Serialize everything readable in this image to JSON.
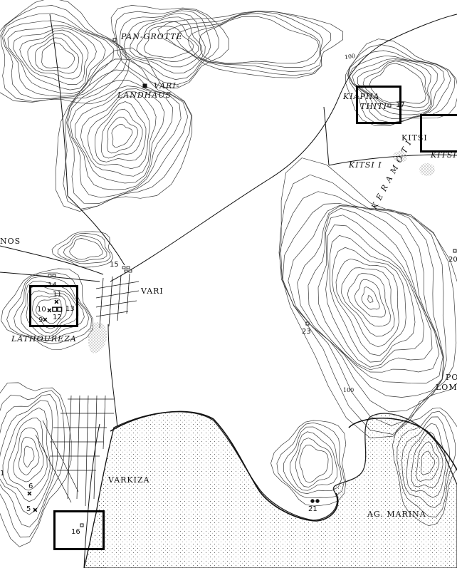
{
  "labels": {
    "pan_grotte": "PAN-GROTTE",
    "vari_landhaus_1": "VARI-",
    "vari_landhaus_2": "LANDHAUS",
    "vari": "VARI",
    "lathoureza": "LATHOUREZA",
    "varkiza": "VARKIZA",
    "ag_marina": "AG. MARINA",
    "kiapha_1": "KIAPHA",
    "kiapha_2": "THITI",
    "kitsi": "KITSI",
    "kitsi_cut": "KITSI",
    "kitsi_i": "KITSI I",
    "kerameti": "KERAMOTI",
    "nos": "NOS",
    "po": "PO",
    "lom": "LOM"
  },
  "site_numbers": {
    "n1": "1",
    "n5": "5",
    "n6": "6",
    "n9": "9",
    "n10": "10",
    "n11": "11",
    "n12": "12",
    "n13": "13",
    "n14": "14",
    "n15": "15",
    "n16": "16",
    "n17": "17",
    "n20": "20",
    "n21": "21",
    "n23": "23"
  },
  "contour_labels": {
    "c100_north": "100",
    "c100_south": "100"
  },
  "colors": {
    "ink": "#111111",
    "contour": "#3a3a3a",
    "sea_stipple": "#555555",
    "highlight_box": "#000000",
    "hatch": "#bdbdbd"
  }
}
